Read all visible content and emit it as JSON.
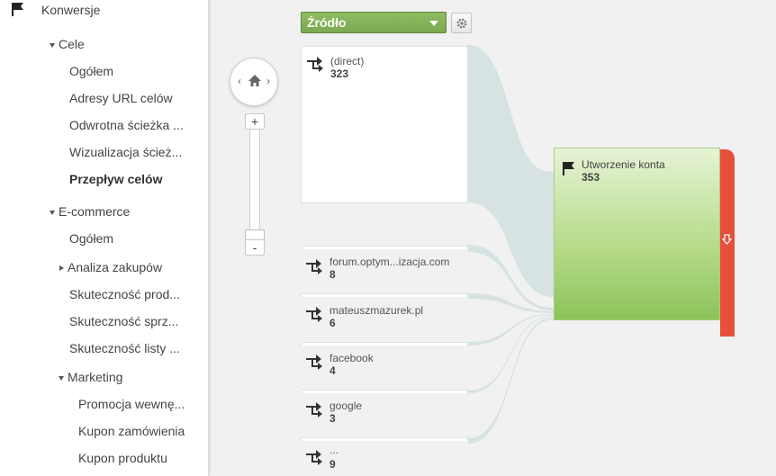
{
  "sidebar": {
    "section": "Konwersje",
    "items": [
      {
        "label": "Cele"
      },
      {
        "label": "Ogółem"
      },
      {
        "label": "Adresy URL celów"
      },
      {
        "label": "Odwrotna ścieżka ..."
      },
      {
        "label": "Wizualizacja ścież..."
      },
      {
        "label": "Przepływ celów"
      },
      {
        "label": "E-commerce"
      },
      {
        "label": "Ogółem"
      },
      {
        "label": "Analiza zakupów"
      },
      {
        "label": "Skuteczność prod..."
      },
      {
        "label": "Skuteczność sprz..."
      },
      {
        "label": "Skuteczność listy ..."
      },
      {
        "label": "Marketing"
      },
      {
        "label": "Promocja wewnę..."
      },
      {
        "label": "Kupon zamówienia"
      },
      {
        "label": "Kupon produktu"
      }
    ]
  },
  "toolbar": {
    "dimension_label": "Źródło",
    "settings_icon": "gear-icon"
  },
  "zoom": {
    "plus": "+",
    "minus": "-",
    "pan_left": "‹",
    "pan_right": "›"
  },
  "sources": [
    {
      "label": "(direct)",
      "count": "323"
    },
    {
      "label": "forum.optym...izacja.com",
      "count": "8"
    },
    {
      "label": "mateuszmazurek.pl",
      "count": "6"
    },
    {
      "label": "facebook",
      "count": "4"
    },
    {
      "label": "google",
      "count": "3"
    },
    {
      "label": "...",
      "count": "9"
    }
  ],
  "goal": {
    "label": "Utworzenie konta",
    "count": "353"
  },
  "colors": {
    "goal_green": "#8dc35a",
    "dropoff_red": "#e4503a",
    "flow_band": "#d7e2e2",
    "select_green": "#7aa94f"
  }
}
